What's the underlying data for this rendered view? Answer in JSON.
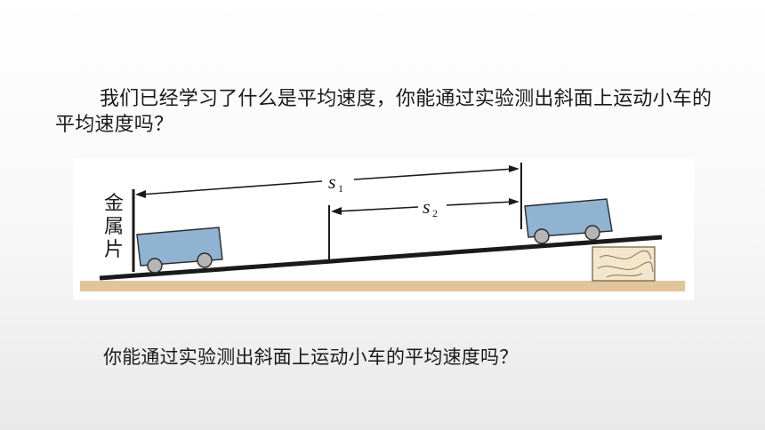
{
  "intro_text": "我们已经学习了什么是平均速度，你能通过实验测出斜面上运动小车的平均速度吗？",
  "figure": {
    "metal_label": [
      "金",
      "属",
      "片"
    ],
    "s1_label": "s",
    "s1_sub": "1",
    "s2_label": "s",
    "s2_sub": "2"
  },
  "question_text": "你能通过实验测出斜面上运动小车的平均速度吗？",
  "colors": {
    "cart_body": "#8fb3d1",
    "floor": "#e0c49a",
    "block": "#f2e6cc",
    "ramp": "#1a1a1a"
  }
}
